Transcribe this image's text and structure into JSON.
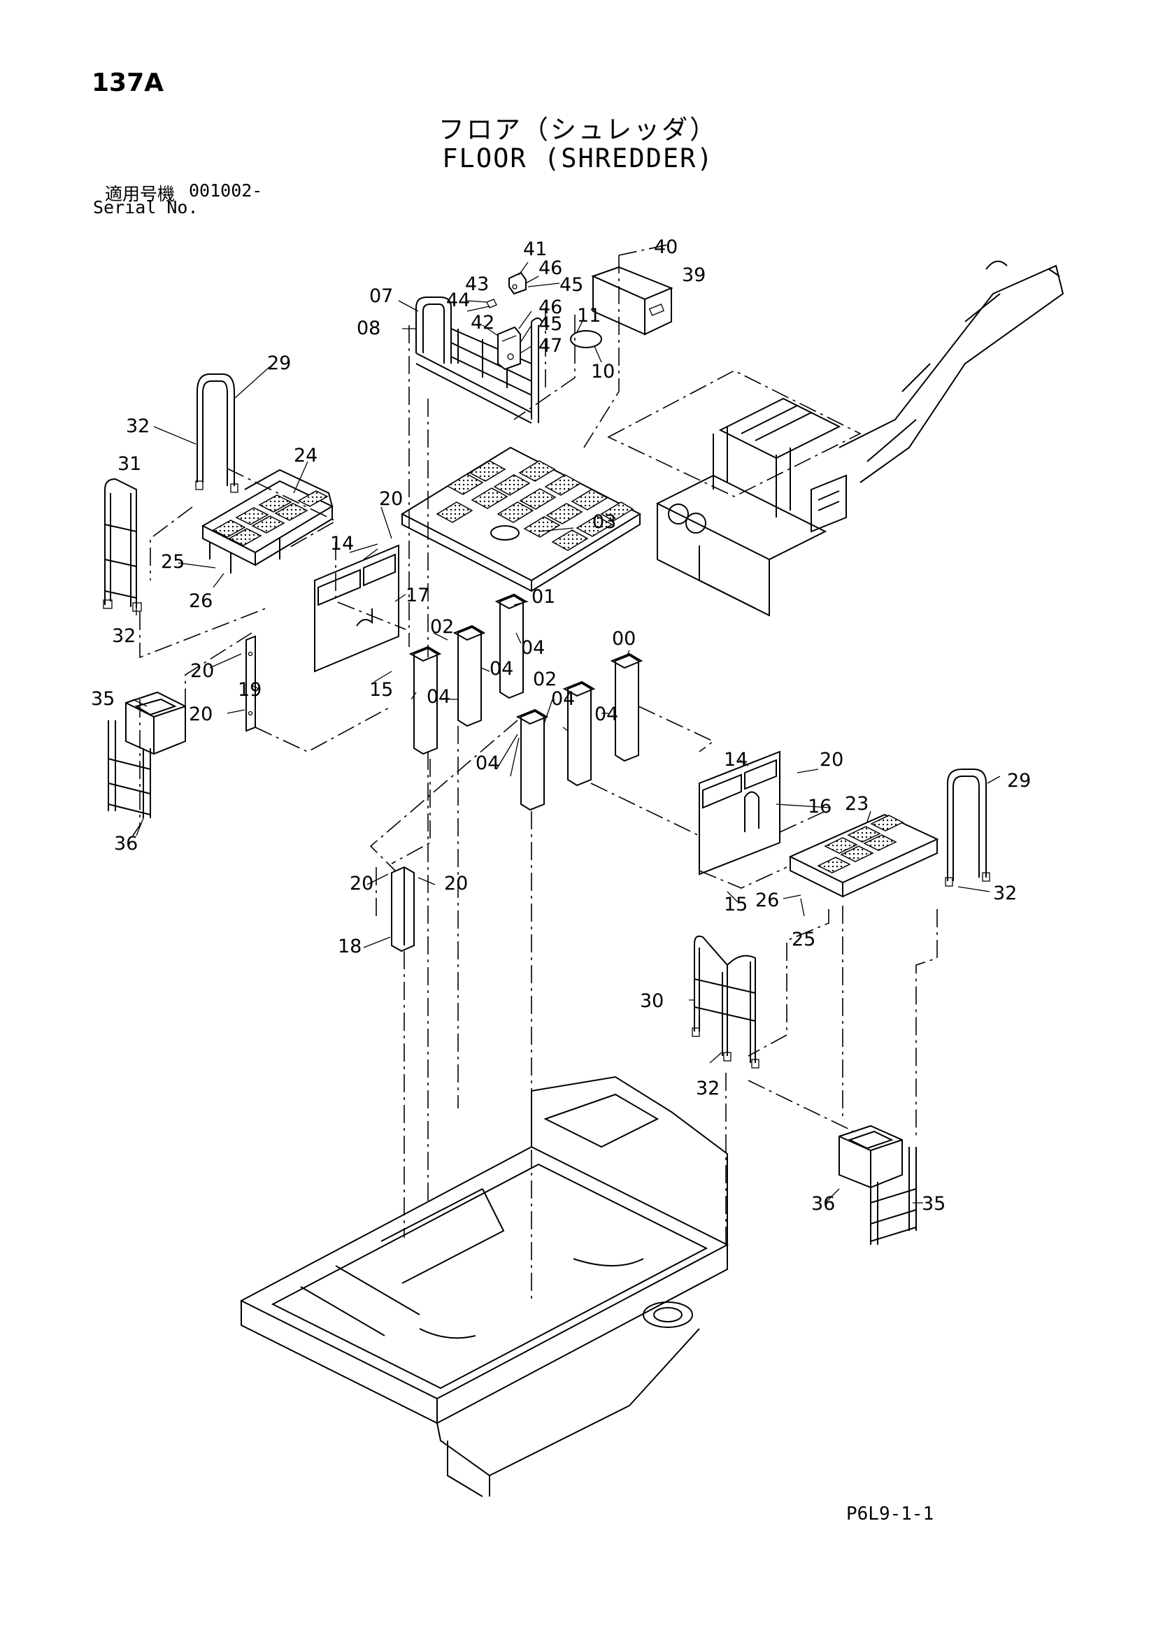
{
  "page_number": "137A",
  "title_jp": "フロア（シュレッダ）",
  "title_en": "FLOOR (SHREDDER)",
  "serial_label_jp": "適用号機",
  "serial_value": "001002-",
  "serial_label_en": "Serial No.",
  "drawing_code": "P6L9-1-1",
  "callouts": [
    {
      "label": "41"
    },
    {
      "label": "46"
    },
    {
      "label": "45"
    },
    {
      "label": "40"
    },
    {
      "label": "39"
    },
    {
      "label": "43"
    },
    {
      "label": "44"
    },
    {
      "label": "07"
    },
    {
      "label": "08"
    },
    {
      "label": "42"
    },
    {
      "label": "46"
    },
    {
      "label": "45"
    },
    {
      "label": "47"
    },
    {
      "label": "11"
    },
    {
      "label": "10"
    },
    {
      "label": "29"
    },
    {
      "label": "32"
    },
    {
      "label": "24"
    },
    {
      "label": "03"
    },
    {
      "label": "31"
    },
    {
      "label": "20"
    },
    {
      "label": "25"
    },
    {
      "label": "14"
    },
    {
      "label": "26"
    },
    {
      "label": "17"
    },
    {
      "label": "01"
    },
    {
      "label": "32"
    },
    {
      "label": "02"
    },
    {
      "label": "04"
    },
    {
      "label": "00"
    },
    {
      "label": "04"
    },
    {
      "label": "20"
    },
    {
      "label": "19"
    },
    {
      "label": "15"
    },
    {
      "label": "35"
    },
    {
      "label": "04"
    },
    {
      "label": "02"
    },
    {
      "label": "04"
    },
    {
      "label": "04"
    },
    {
      "label": "20"
    },
    {
      "label": "04"
    },
    {
      "label": "36"
    },
    {
      "label": "14"
    },
    {
      "label": "20"
    },
    {
      "label": "29"
    },
    {
      "label": "16"
    },
    {
      "label": "23"
    },
    {
      "label": "20"
    },
    {
      "label": "20"
    },
    {
      "label": "15"
    },
    {
      "label": "26"
    },
    {
      "label": "32"
    },
    {
      "label": "25"
    },
    {
      "label": "18"
    },
    {
      "label": "30"
    },
    {
      "label": "32"
    },
    {
      "label": "36"
    },
    {
      "label": "35"
    }
  ]
}
